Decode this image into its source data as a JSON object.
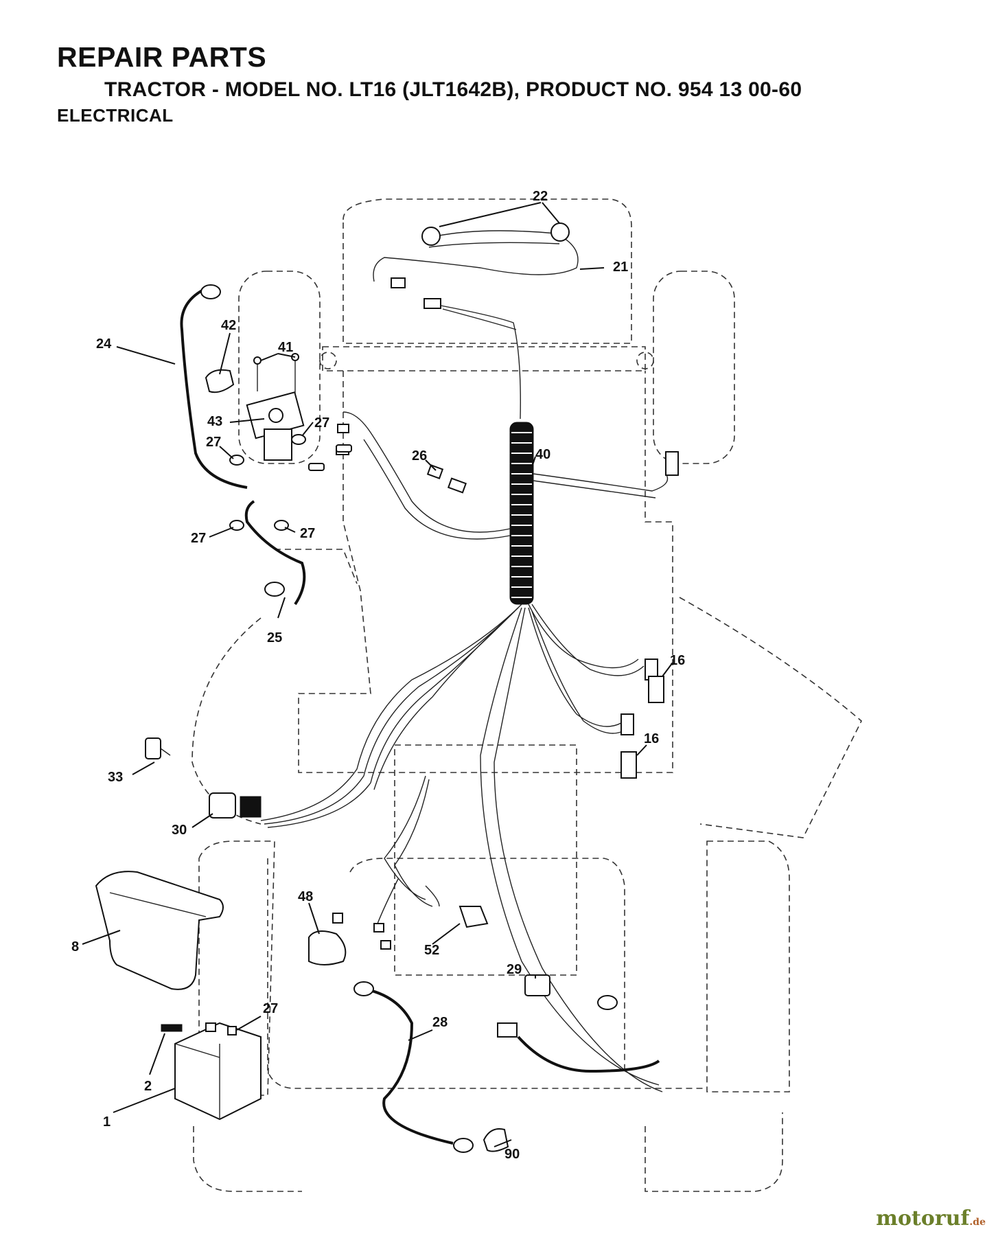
{
  "header": {
    "title": "REPAIR PARTS",
    "subtitle": "TRACTOR - MODEL NO. LT16 (JLT1642B), PRODUCT NO. 954 13 00-60",
    "section": "ELECTRICAL"
  },
  "callouts": [
    "22",
    "21",
    "24",
    "42",
    "41",
    "43",
    "27",
    "27",
    "40",
    "26",
    "27",
    "27",
    "25",
    "16",
    "16",
    "33",
    "30",
    "48",
    "8",
    "52",
    "29",
    "27",
    "28",
    "2",
    "1",
    "90"
  ],
  "watermark": {
    "text": "motoruf",
    "suffix": ".de"
  }
}
